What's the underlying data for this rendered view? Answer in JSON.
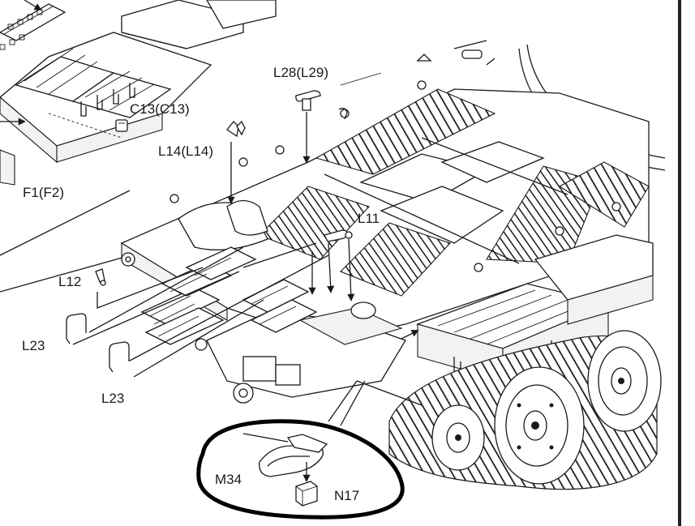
{
  "labels": {
    "c13": "C13(C13)",
    "l28": "L28(L29)",
    "l14": "L14(L14)",
    "f1": "F1(F2)",
    "l11": "L11",
    "l12": "L12",
    "l23_a": "L23",
    "l23_b": "L23",
    "m34": "M34",
    "n17": "N17"
  },
  "colors": {
    "ink": "#1a1a1a",
    "paper": "#ffffff",
    "highlight_ring": "#000000"
  }
}
